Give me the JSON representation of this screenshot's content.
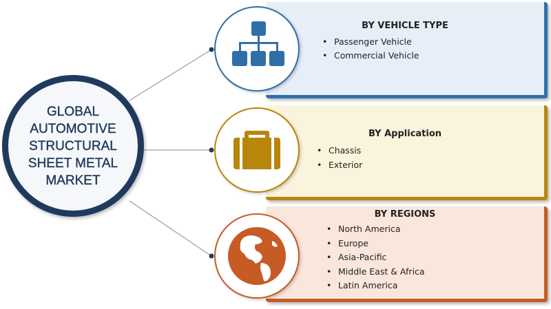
{
  "center": {
    "title": "GLOBAL AUTOMOTIVE STRUCTURAL SHEET METAL MARKET",
    "border_color": "#1f3a5c"
  },
  "segments": [
    {
      "title": "BY VEHICLE TYPE",
      "icon": "hierarchy-icon",
      "accent": "#2f6fa8",
      "background": "#e6eef8",
      "items": [
        "Passenger Vehicle",
        "Commercial Vehicle"
      ]
    },
    {
      "title": "BY Application",
      "icon": "briefcase-icon",
      "accent": "#b8860b",
      "background": "#fbf4dc",
      "items": [
        "Chassis",
        "Exterior"
      ]
    },
    {
      "title": "BY REGIONS",
      "icon": "globe-icon",
      "accent": "#c75b26",
      "background": "#fbe6dc",
      "items": [
        "North America",
        "Europe",
        "Asia-Pacific",
        "Middle East & Africa",
        "Latin America"
      ]
    }
  ]
}
